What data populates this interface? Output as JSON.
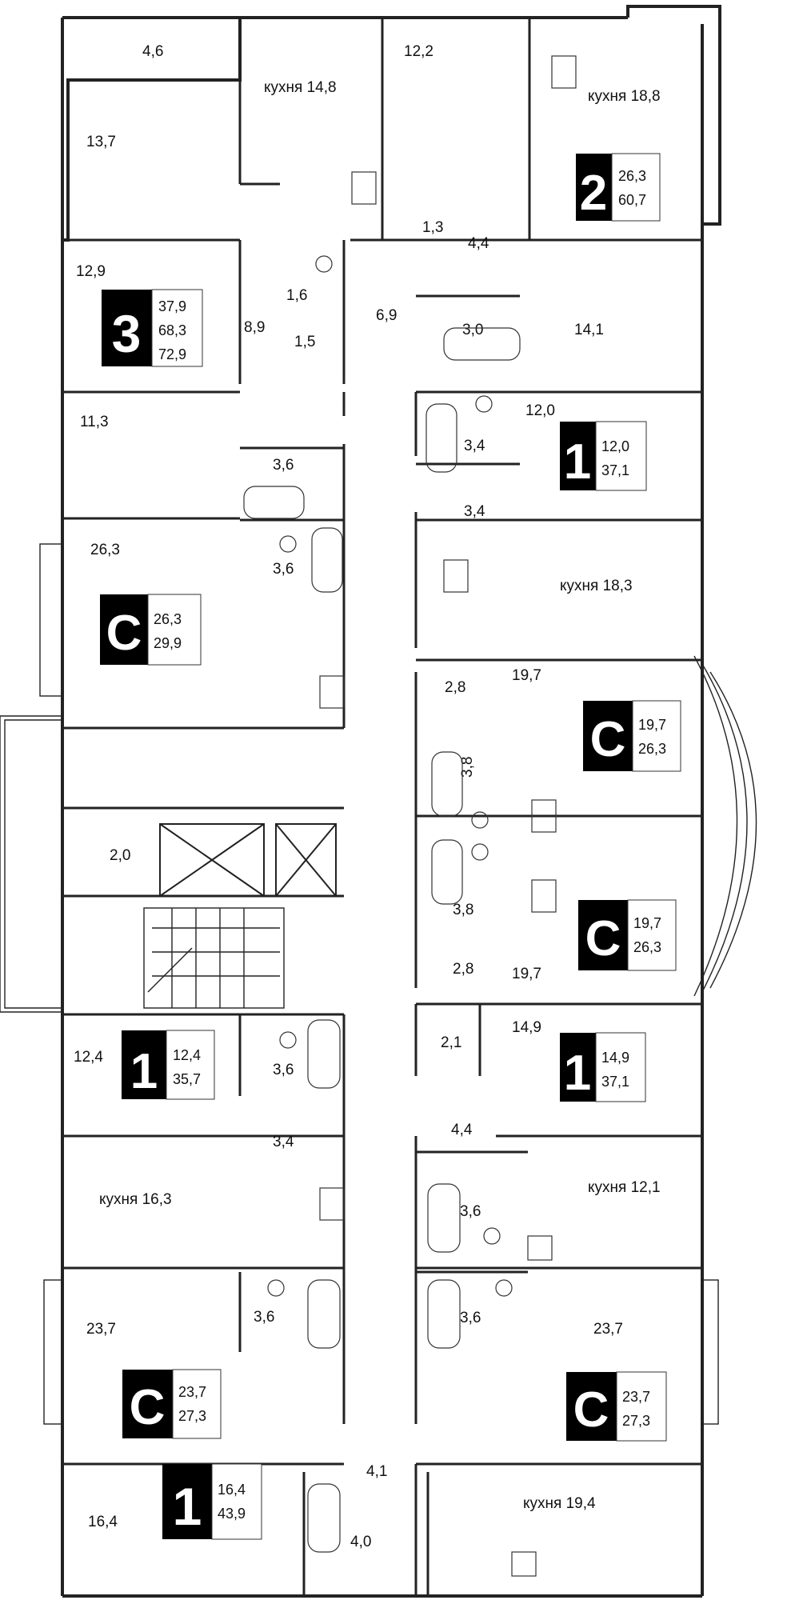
{
  "colors": {
    "wall": "#222222",
    "badge": "#000000",
    "background": "#ffffff"
  },
  "room_labels": [
    {
      "id": "r1",
      "text": "4,6"
    },
    {
      "id": "r2",
      "text": "кухня 14,8"
    },
    {
      "id": "r3",
      "text": "12,2"
    },
    {
      "id": "r4",
      "text": "кухня 18,8"
    },
    {
      "id": "r5",
      "text": "13,7"
    },
    {
      "id": "r6",
      "text": "1,3"
    },
    {
      "id": "r7",
      "text": "4,4"
    },
    {
      "id": "r8",
      "text": "12,9"
    },
    {
      "id": "r9",
      "text": "1,6"
    },
    {
      "id": "r10",
      "text": "8,9"
    },
    {
      "id": "r11",
      "text": "6,9"
    },
    {
      "id": "r12",
      "text": "3,0"
    },
    {
      "id": "r13",
      "text": "14,1"
    },
    {
      "id": "r14",
      "text": "1,5"
    },
    {
      "id": "r15",
      "text": "11,3"
    },
    {
      "id": "r16",
      "text": "12,0"
    },
    {
      "id": "r17",
      "text": "3,4"
    },
    {
      "id": "r18",
      "text": "3,6"
    },
    {
      "id": "r19",
      "text": "3,4"
    },
    {
      "id": "r20",
      "text": "26,3"
    },
    {
      "id": "r21",
      "text": "3,6"
    },
    {
      "id": "r22",
      "text": "кухня 18,3"
    },
    {
      "id": "r23",
      "text": "2,8"
    },
    {
      "id": "r24",
      "text": "19,7"
    },
    {
      "id": "r25",
      "text": "3,8"
    },
    {
      "id": "r26",
      "text": "2,0"
    },
    {
      "id": "r27",
      "text": "3,8"
    },
    {
      "id": "r28",
      "text": "2,8"
    },
    {
      "id": "r29",
      "text": "19,7"
    },
    {
      "id": "r30",
      "text": "2,1"
    },
    {
      "id": "r31",
      "text": "14,9"
    },
    {
      "id": "r32",
      "text": "12,4"
    },
    {
      "id": "r33",
      "text": "3,6"
    },
    {
      "id": "r34",
      "text": "3,4"
    },
    {
      "id": "r35",
      "text": "4,4"
    },
    {
      "id": "r36",
      "text": "кухня 16,3"
    },
    {
      "id": "r37",
      "text": "кухня 12,1"
    },
    {
      "id": "r38",
      "text": "3,6"
    },
    {
      "id": "r39",
      "text": "23,7"
    },
    {
      "id": "r40",
      "text": "3,6"
    },
    {
      "id": "r41",
      "text": "3,6"
    },
    {
      "id": "r42",
      "text": "23,7"
    },
    {
      "id": "r43",
      "text": "4,1"
    },
    {
      "id": "r44",
      "text": "16,4"
    },
    {
      "id": "r45",
      "text": "кухня 19,4"
    },
    {
      "id": "r46",
      "text": "4,0"
    }
  ],
  "apartments": [
    {
      "id": "a1",
      "badge": "2",
      "areas": [
        "26,3",
        "60,7"
      ]
    },
    {
      "id": "a2",
      "badge": "3",
      "areas": [
        "37,9",
        "68,3",
        "72,9"
      ]
    },
    {
      "id": "a3",
      "badge": "1",
      "areas": [
        "12,0",
        "37,1"
      ]
    },
    {
      "id": "a4",
      "badge": "С",
      "areas": [
        "26,3",
        "29,9"
      ]
    },
    {
      "id": "a5",
      "badge": "С",
      "areas": [
        "19,7",
        "26,3"
      ]
    },
    {
      "id": "a6",
      "badge": "С",
      "areas": [
        "19,7",
        "26,3"
      ]
    },
    {
      "id": "a7",
      "badge": "1",
      "areas": [
        "12,4",
        "35,7"
      ]
    },
    {
      "id": "a8",
      "badge": "1",
      "areas": [
        "14,9",
        "37,1"
      ]
    },
    {
      "id": "a9",
      "badge": "С",
      "areas": [
        "23,7",
        "27,3"
      ]
    },
    {
      "id": "a10",
      "badge": "С",
      "areas": [
        "23,7",
        "27,3"
      ]
    },
    {
      "id": "a11",
      "badge": "1",
      "areas": [
        "16,4",
        "43,9"
      ]
    }
  ]
}
